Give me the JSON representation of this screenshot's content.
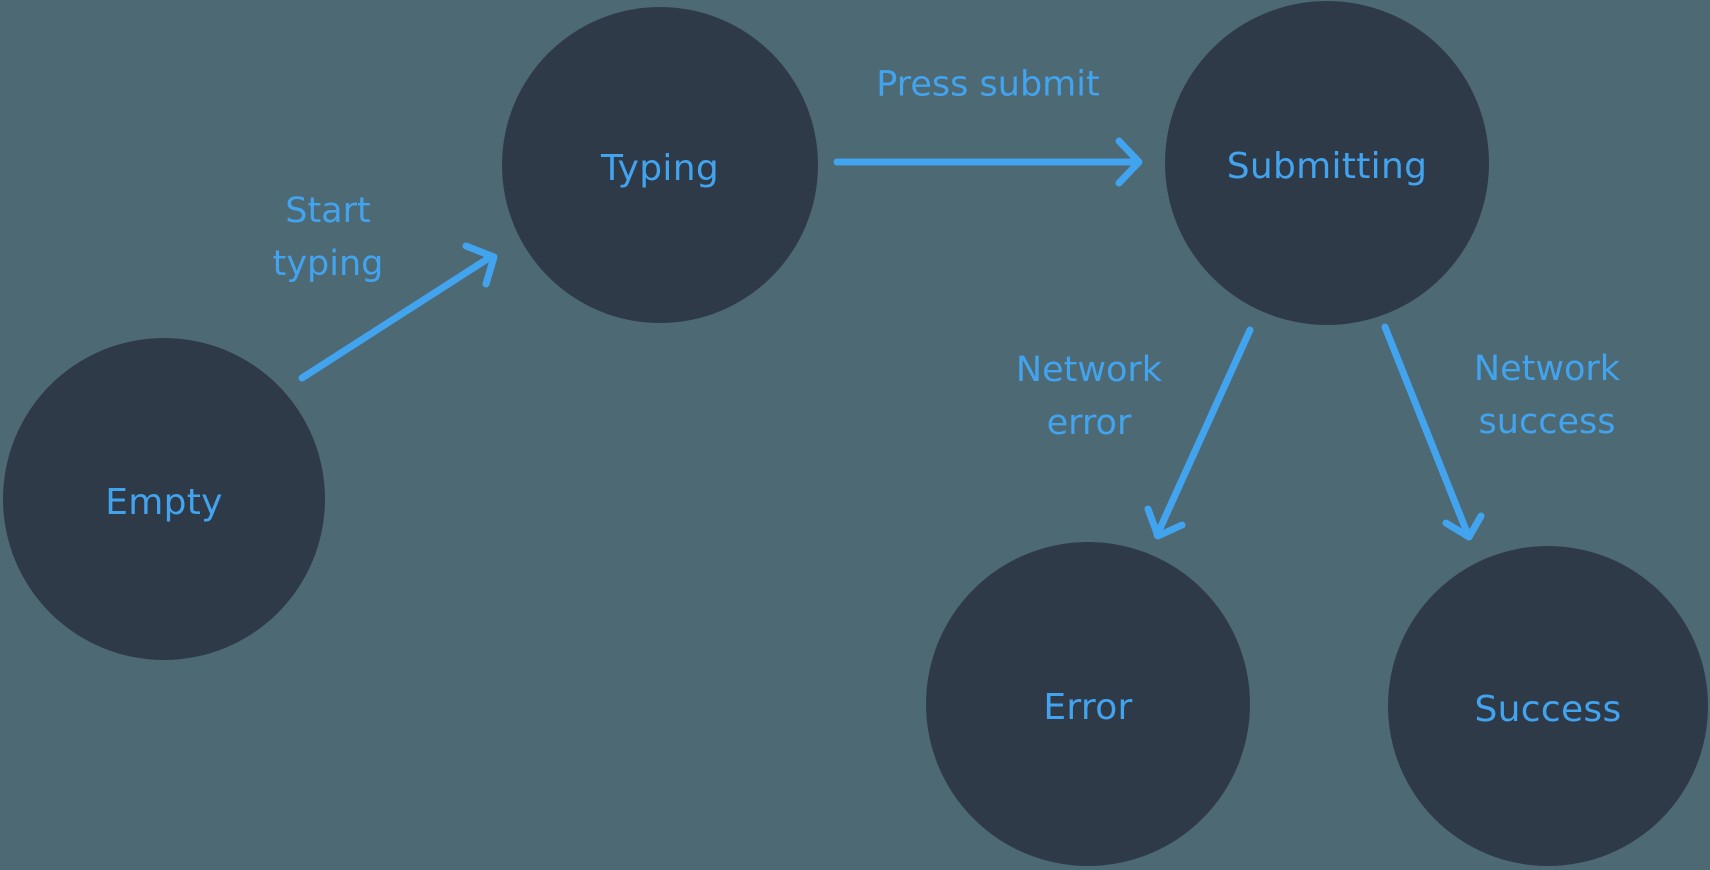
{
  "diagram": {
    "colors": {
      "background": "#4d6974",
      "node_fill": "#2f3a49",
      "accent": "#42a3ee"
    },
    "states": [
      {
        "id": "empty",
        "label": "Empty"
      },
      {
        "id": "typing",
        "label": "Typing"
      },
      {
        "id": "submitting",
        "label": "Submitting"
      },
      {
        "id": "error",
        "label": "Error"
      },
      {
        "id": "success",
        "label": "Success"
      }
    ],
    "transitions": [
      {
        "from": "empty",
        "to": "typing",
        "label": "Start\ntyping"
      },
      {
        "from": "typing",
        "to": "submitting",
        "label": "Press submit"
      },
      {
        "from": "submitting",
        "to": "error",
        "label": "Network\nerror"
      },
      {
        "from": "submitting",
        "to": "success",
        "label": "Network\nsuccess"
      }
    ]
  }
}
